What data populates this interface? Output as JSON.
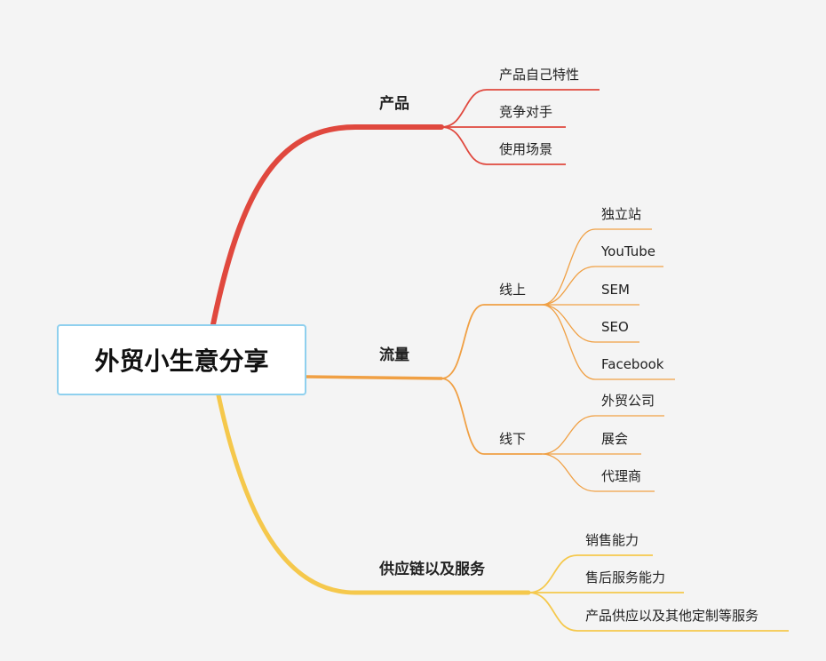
{
  "root": {
    "label": "外贸小生意分享"
  },
  "branches": [
    {
      "label": "产品",
      "color": "#e0483e",
      "children": [
        {
          "label": "产品自己特性"
        },
        {
          "label": "竞争对手"
        },
        {
          "label": "使用场景"
        }
      ]
    },
    {
      "label": "流量",
      "color": "#f0a044",
      "children": [
        {
          "label": "线上",
          "children": [
            {
              "label": "独立站"
            },
            {
              "label": "YouTube"
            },
            {
              "label": "SEM"
            },
            {
              "label": "SEO"
            },
            {
              "label": "Facebook"
            }
          ]
        },
        {
          "label": "线下",
          "children": [
            {
              "label": "外贸公司"
            },
            {
              "label": "展会"
            },
            {
              "label": "代理商"
            }
          ]
        }
      ]
    },
    {
      "label": "供应链以及服务",
      "color": "#f5c84c",
      "children": [
        {
          "label": "销售能力"
        },
        {
          "label": "售后服务能力"
        },
        {
          "label": "产品供应以及其他定制等服务"
        }
      ]
    }
  ]
}
